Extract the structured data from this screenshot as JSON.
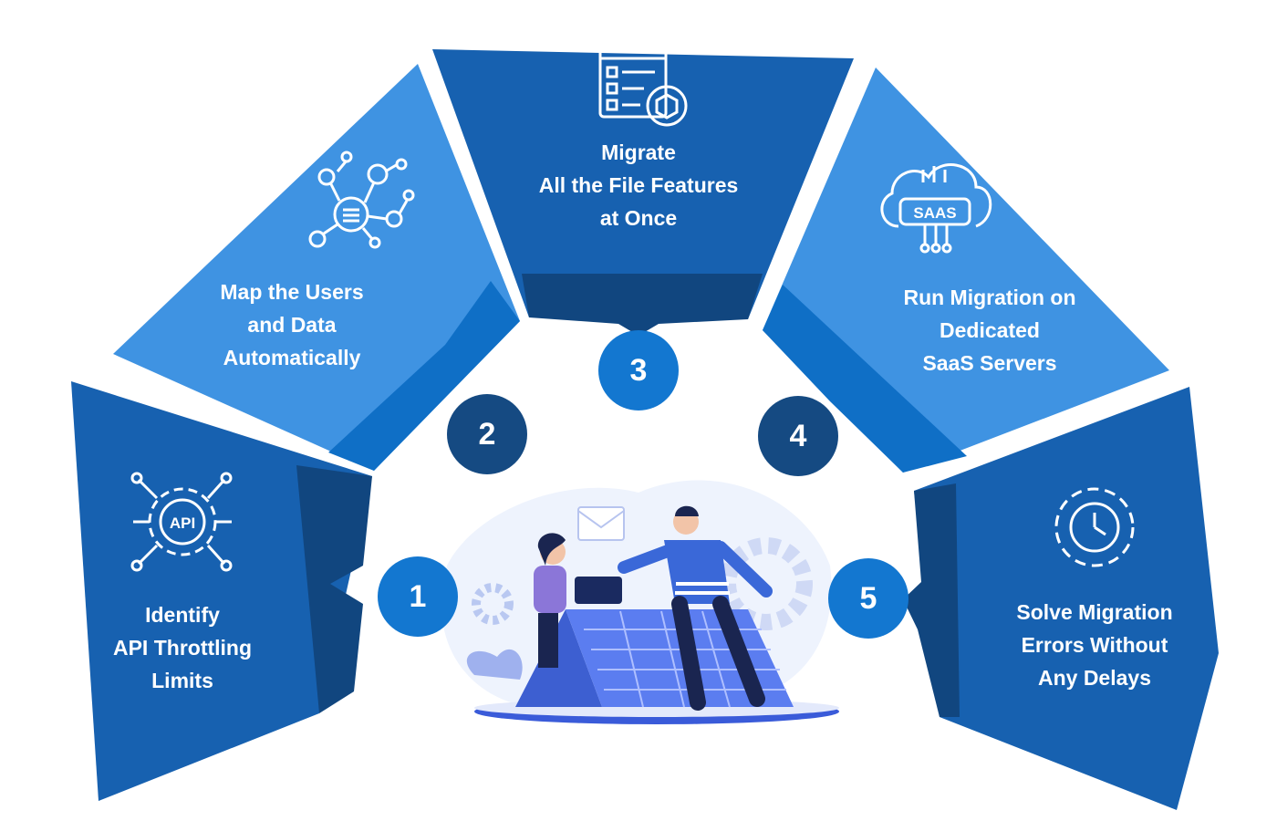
{
  "steps": [
    {
      "number": "1",
      "lines": [
        "Identify",
        "API Throttling",
        "Limits"
      ],
      "icon": "api-gear-icon"
    },
    {
      "number": "2",
      "lines": [
        "Map the Users",
        "and Data",
        "Automatically"
      ],
      "icon": "network-map-icon"
    },
    {
      "number": "3",
      "lines": [
        "Migrate",
        "All the File Features",
        "at Once"
      ],
      "icon": "checklist-box-icon"
    },
    {
      "number": "4",
      "lines": [
        "Run Migration on",
        "Dedicated",
        "SaaS Servers"
      ],
      "icon": "saas-cloud-icon"
    },
    {
      "number": "5",
      "lines": [
        "Solve Migration",
        "Errors Without",
        "Any Delays"
      ],
      "icon": "clock-gear-icon"
    }
  ],
  "saas_badge": "SAAS",
  "api_badge": "API",
  "colors": {
    "dark_blue": "#1761b0",
    "light_blue": "#3f93e2",
    "inner_dark": "#11467f",
    "inner_light": "#0f6fc6",
    "circle_blue": "#1377d0",
    "circle_navy": "#154a82"
  }
}
